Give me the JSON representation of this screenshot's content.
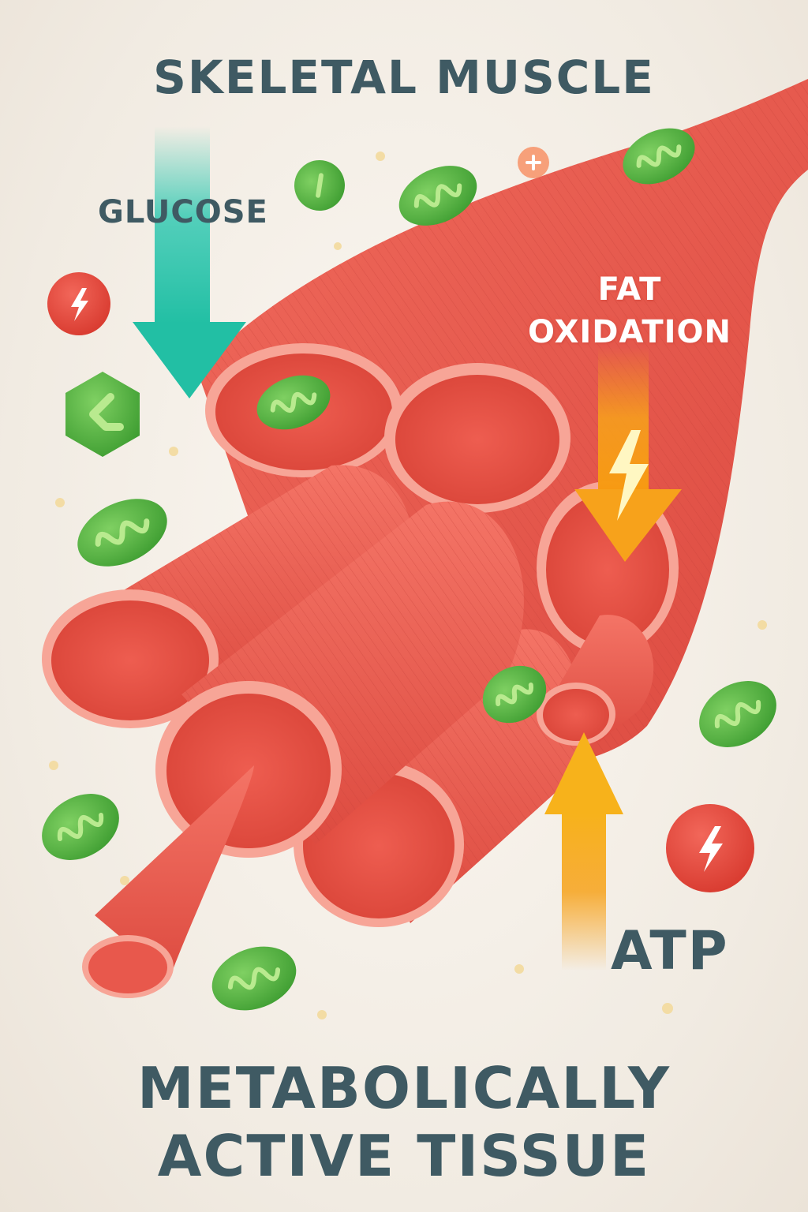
{
  "title": "SKELETAL MUSCLE",
  "subtitle_line1": "METABOLICALLY",
  "subtitle_line2": "ACTIVE TISSUE",
  "labels": {
    "glucose": "GLUCOSE",
    "fat_line1": "FAT",
    "fat_line2": "OXIDATION",
    "atp": "ATP"
  },
  "arrows": {
    "glucose": {
      "direction": "down",
      "color": "#2cc7b0"
    },
    "fat_oxidation": {
      "direction": "down",
      "color": "#f7a21b"
    },
    "atp": {
      "direction": "up",
      "color": "#f7a21b"
    }
  },
  "icons": [
    "mitochondrion-icon",
    "energy-bolt-icon",
    "glucose-hexagon-icon",
    "plus-icon"
  ],
  "colors": {
    "muscle": "#ee5a4e",
    "muscle_light": "#f48a7c",
    "mitochondria": "#5ab843",
    "title_text": "#3f5a63",
    "energy_badge": "#e8473a"
  }
}
